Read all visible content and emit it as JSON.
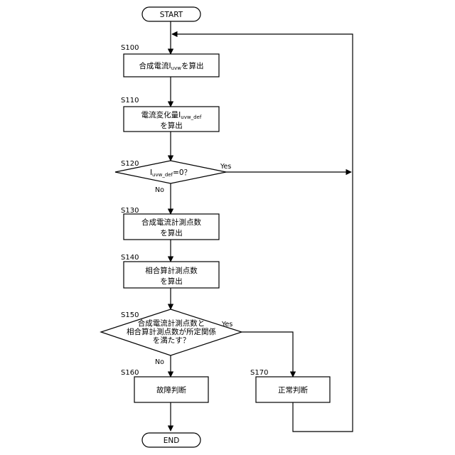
{
  "terminals": {
    "start": "START",
    "end": "END"
  },
  "steps": {
    "s100": {
      "id": "S100",
      "line1": "合成電流I",
      "sub1": "uvw",
      "line1_tail": "を算出"
    },
    "s110": {
      "id": "S110",
      "line1": "電流変化量I",
      "sub1": "uvw_def",
      "line2": "を算出"
    },
    "s120": {
      "id": "S120",
      "line1": "I",
      "sub1": "uvw_def",
      "line1_tail": "=0？"
    },
    "s130": {
      "id": "S130",
      "line1": "合成電流計測点数",
      "line2": "を算出"
    },
    "s140": {
      "id": "S140",
      "line1": "相合算計測点数",
      "line2": "を算出"
    },
    "s150": {
      "id": "S150",
      "line1": "合成電流計測点数と",
      "line2": "相合算計測点数が所定関係",
      "line3": "を満たす？"
    },
    "s160": {
      "id": "S160",
      "line1": "故障判断"
    },
    "s170": {
      "id": "S170",
      "line1": "正常判断"
    }
  },
  "branches": {
    "s120_yes": "Yes",
    "s120_no": "No",
    "s150_yes": "Yes",
    "s150_no": "No"
  }
}
